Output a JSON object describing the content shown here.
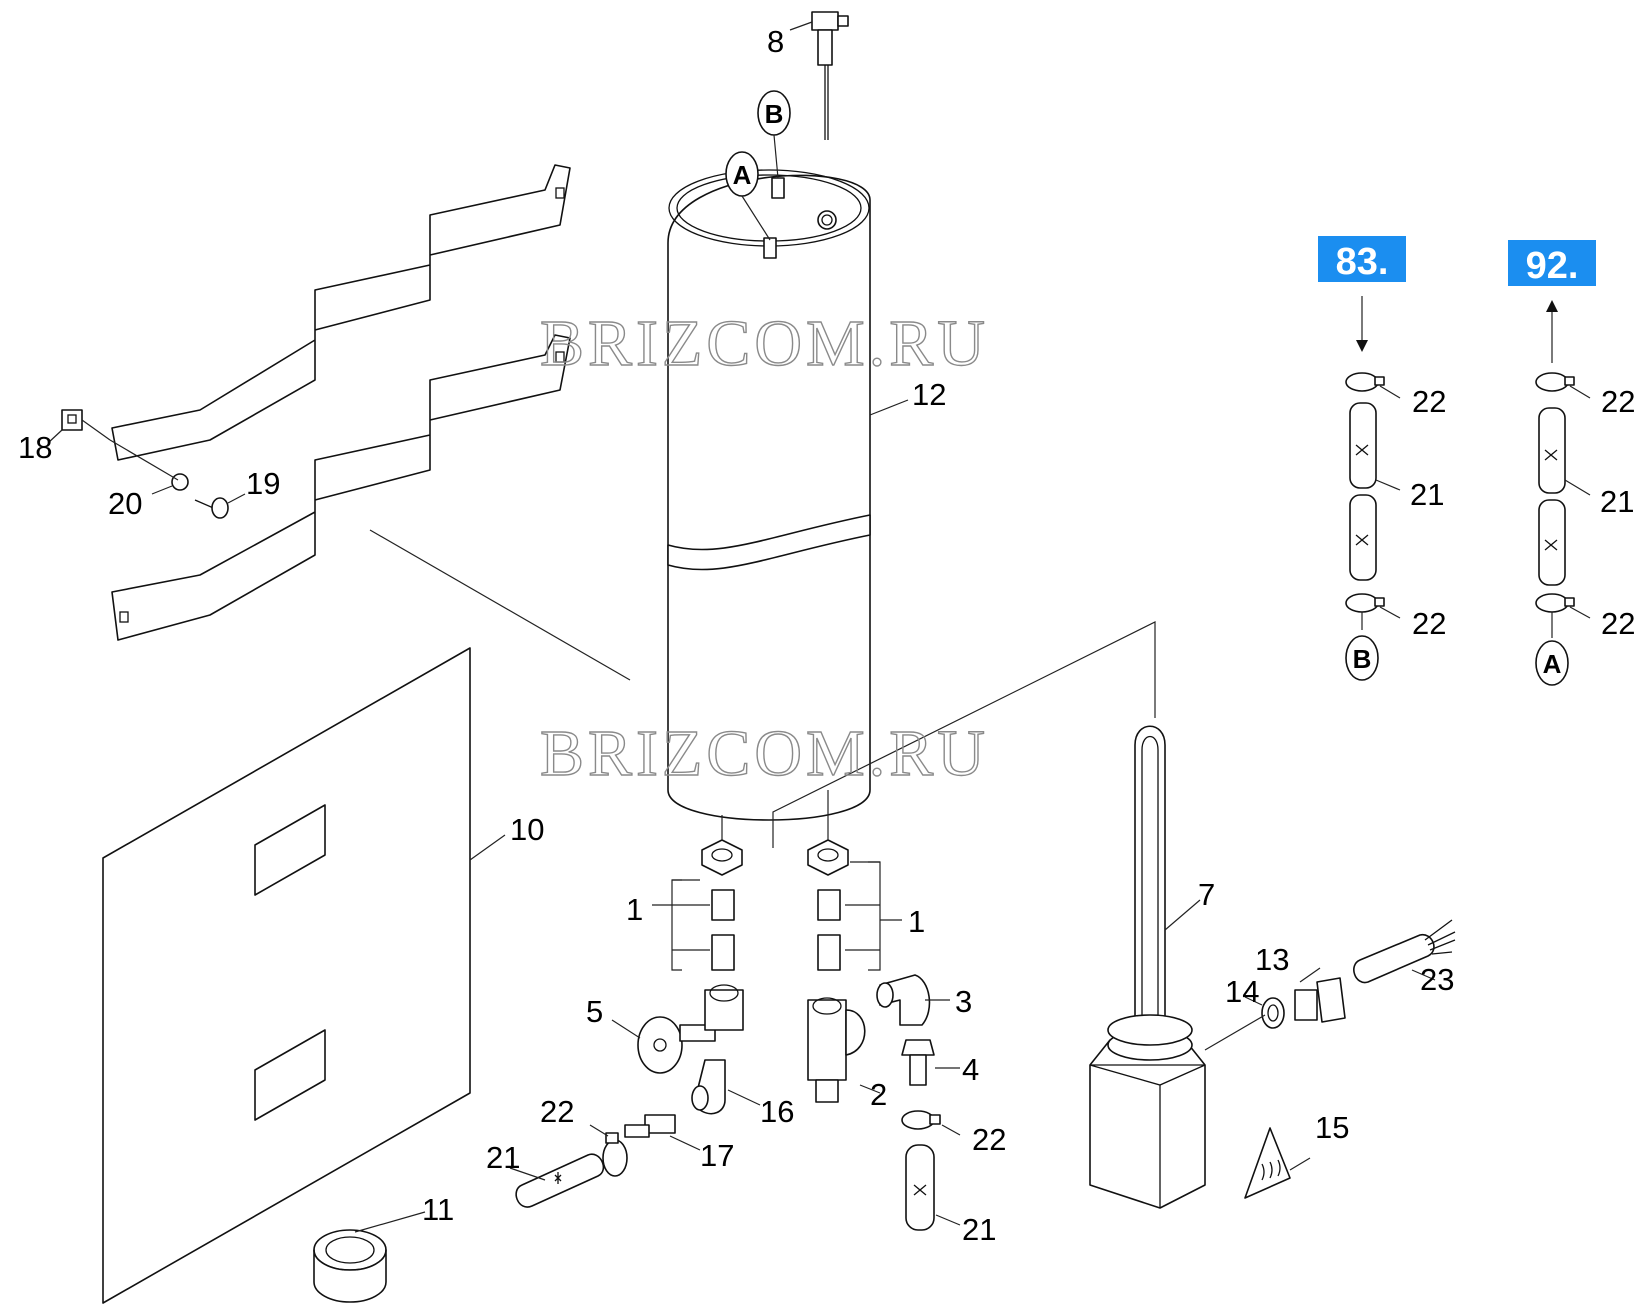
{
  "watermark": "BRIZCOM.RU",
  "references": [
    {
      "id": "ref-83",
      "label": "83.",
      "color": "#1b8ef0"
    },
    {
      "id": "ref-92",
      "label": "92.",
      "color": "#1b8ef0"
    }
  ],
  "connectors": {
    "a": "A",
    "b": "B"
  },
  "part_numbers": {
    "p1": "1",
    "p2": "2",
    "p3": "3",
    "p4": "4",
    "p5": "5",
    "p7": "7",
    "p8": "8",
    "p10": "10",
    "p11": "11",
    "p12": "12",
    "p13": "13",
    "p14": "14",
    "p15": "15",
    "p16": "16",
    "p17": "17",
    "p18": "18",
    "p19": "19",
    "p20": "20",
    "p21": "21",
    "p22": "22",
    "p23": "23"
  },
  "icons": [
    "hot-surface-warning-icon",
    "arrow-down-icon",
    "arrow-up-icon"
  ]
}
